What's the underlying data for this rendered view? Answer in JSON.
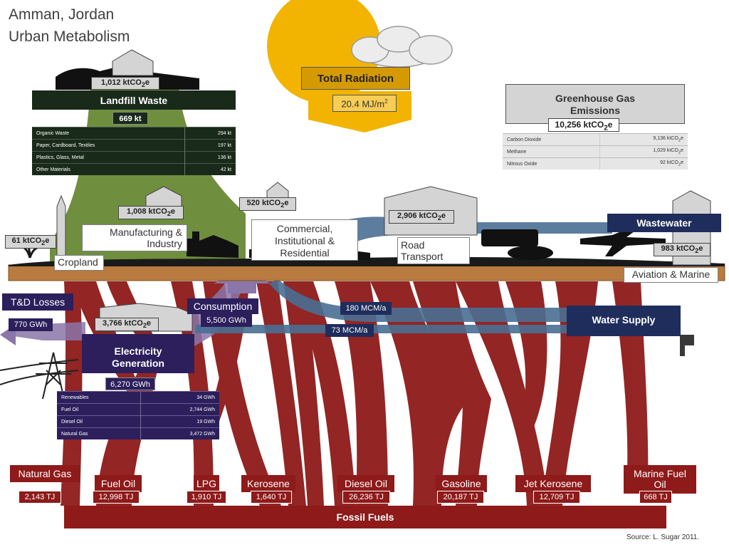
{
  "title": {
    "line1": "Amman, Jordan",
    "line2": "Urban Metabolism"
  },
  "radiation": {
    "label": "Total Radiation",
    "value": "20.4 MJ/m",
    "sup": "2"
  },
  "ghg": {
    "title_line1": "Greenhouse Gas",
    "title_line2": "Emissions",
    "total": "10,256 ktCO",
    "breakdown": [
      {
        "name": "Carbon Dioxide",
        "value": "9,136 ktCO",
        "sub": "2",
        "tail": "e"
      },
      {
        "name": "Methane",
        "value": "1,029 ktCO",
        "sub": "2",
        "tail": "e"
      },
      {
        "name": "Nitrous Oxide",
        "value": "92 ktCO",
        "sub": "2",
        "tail": "e"
      }
    ]
  },
  "landfill": {
    "emission": "1,012 ktCO",
    "label": "Landfill Waste",
    "mass": "669 kt",
    "breakdown": [
      {
        "name": "Organic Waste",
        "value": "294 kt"
      },
      {
        "name": "Paper, Cardboard, Textiles",
        "value": "197 kt"
      },
      {
        "name": "Plastics, Glass, Metal",
        "value": "136 kt"
      },
      {
        "name": "Other Materials",
        "value": "42 kt"
      }
    ]
  },
  "sectors": {
    "cropland": {
      "label": "Cropland",
      "emission": "61 ktCO"
    },
    "manufacturing": {
      "label_line1": "Manufacturing &",
      "label_line2": "Industry",
      "emission": "1,008 ktCO"
    },
    "commercial": {
      "label_line1": "Commercial,",
      "label_line2": "Institutional &",
      "label_line3": "Residential",
      "emission": "520 ktCO"
    },
    "road": {
      "label_line1": "Road",
      "label_line2": "Transport",
      "emission": "2,906 ktCO"
    },
    "aviation": {
      "label": "Aviation & Marine",
      "emission": "983 ktCO"
    }
  },
  "co2_sub": "2",
  "co2_tail": "e",
  "wastewater": {
    "label": "Wastewater"
  },
  "water": {
    "label": "Water Supply",
    "flow1": "180 MCM/a",
    "flow2": "73 MCM/a"
  },
  "electricity": {
    "label_line1": "Electricity",
    "label_line2": "Generation",
    "emission": "3,766 ktCO",
    "total": "6,270 GWh",
    "losses_label": "T&D Losses",
    "losses_value": "770 GWh",
    "consumption_label": "Consumption",
    "consumption_value": "5,500 GWh",
    "breakdown": [
      {
        "name": "Renewables",
        "value": "34 GWh"
      },
      {
        "name": "Fuel Oil",
        "value": "2,744 GWh"
      },
      {
        "name": "Diesel Oil",
        "value": "19 GWh"
      },
      {
        "name": "Natural Gas",
        "value": "3,472 GWh"
      }
    ]
  },
  "fuels": [
    {
      "name": "Natural Gas",
      "value": "2,143 TJ"
    },
    {
      "name": "Fuel Oil",
      "value": "12,998 TJ"
    },
    {
      "name": "LPG",
      "value": "1,910 TJ"
    },
    {
      "name": "Kerosene",
      "value": "1,640 TJ"
    },
    {
      "name": "Diesel Oil",
      "value": "26,236 TJ"
    },
    {
      "name": "Gasoline",
      "value": "20,187 TJ"
    },
    {
      "name": "Jet Kerosene",
      "value": "12,709 TJ"
    },
    {
      "name": "Marine Fuel Oil",
      "name_line1": "Marine Fuel",
      "name_line2": "Oil",
      "value": "668 TJ"
    }
  ],
  "fossil_fuels": {
    "label": "Fossil Fuels"
  },
  "source": "Source: L. Sugar 2011.",
  "colors": {
    "fuel_red": "#8e1a1a",
    "landfill_green": "#6f8f3f",
    "water_blue": "#4a6f93",
    "navy": "#1f2d5c",
    "purple": "#2c1f5c",
    "ground_brown": "#b97b3f",
    "sun_yellow": "#f2b400"
  }
}
